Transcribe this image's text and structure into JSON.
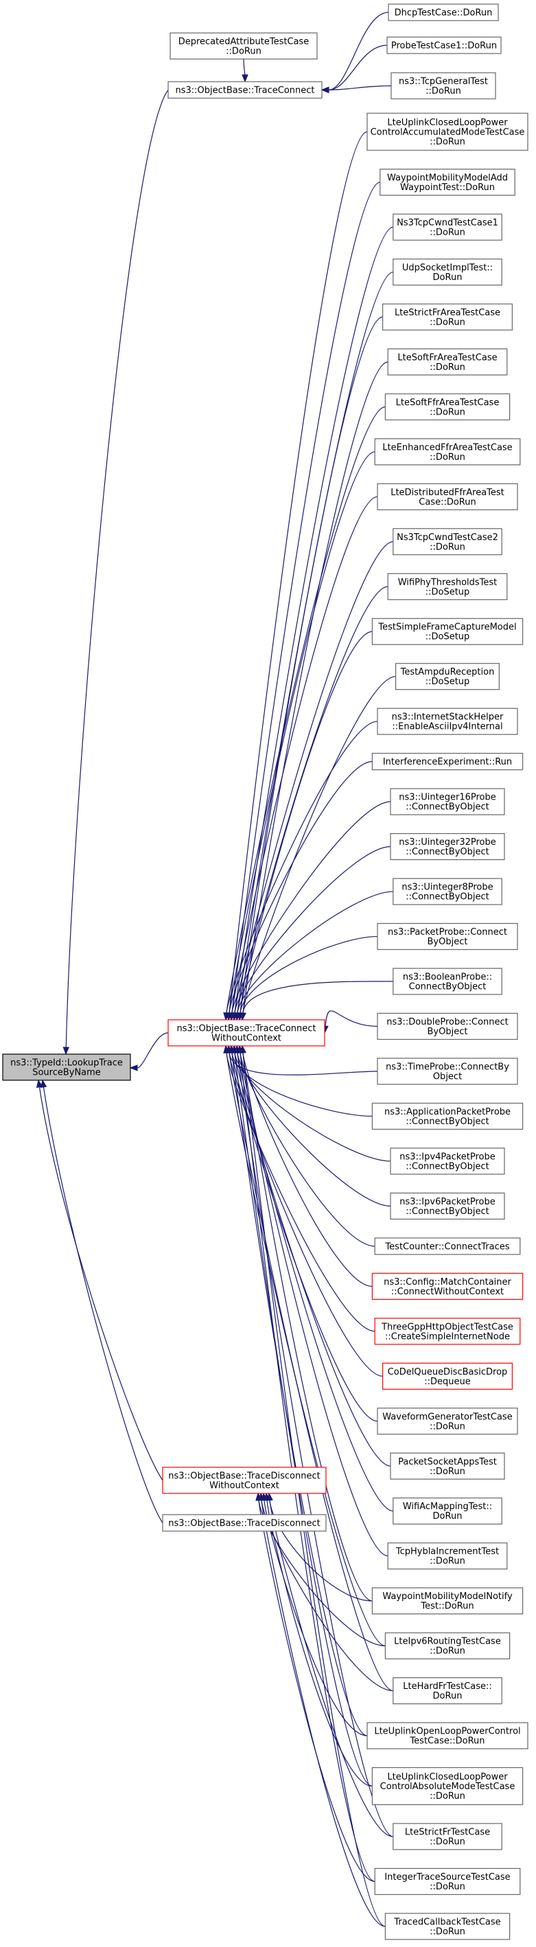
{
  "graph": {
    "root": {
      "id": "root",
      "lines": [
        "ns3::TypeId::LookupTrace",
        "SourceByName"
      ]
    },
    "callers_of_root": [
      {
        "id": "tc",
        "lines": [
          "ns3::ObjectBase::TraceConnect"
        ]
      },
      {
        "id": "tcw",
        "lines": [
          "ns3::ObjectBase::TraceConnect",
          "WithoutContext"
        ],
        "red": true
      },
      {
        "id": "tdw",
        "lines": [
          "ns3::ObjectBase::TraceDisconnect",
          "WithoutContext"
        ],
        "red": true
      },
      {
        "id": "td",
        "lines": [
          "ns3::ObjectBase::TraceDisconnect"
        ]
      }
    ],
    "other_nodes": [
      {
        "id": "dep",
        "lines": [
          "DeprecatedAttributeTestCase",
          "::DoRun"
        ]
      }
    ],
    "callers_of_trace_connect": [
      {
        "id": "c1",
        "lines": [
          "DhcpTestCase::DoRun"
        ]
      },
      {
        "id": "c2",
        "lines": [
          "ProbeTestCase1::DoRun"
        ]
      },
      {
        "id": "c3",
        "lines": [
          "ns3::TcpGeneralTest",
          "::DoRun"
        ]
      }
    ],
    "callers_of_trace_connect_without_context": [
      {
        "id": "w1",
        "lines": [
          "LteUplinkClosedLoopPower",
          "ControlAccumulatedModeTestCase",
          "::DoRun"
        ]
      },
      {
        "id": "w2",
        "lines": [
          "WaypointMobilityModelAdd",
          "WaypointTest::DoRun"
        ]
      },
      {
        "id": "w3",
        "lines": [
          "Ns3TcpCwndTestCase1",
          "::DoRun"
        ]
      },
      {
        "id": "w4",
        "lines": [
          "UdpSocketImplTest::",
          "DoRun"
        ]
      },
      {
        "id": "w5",
        "lines": [
          "LteStrictFrAreaTestCase",
          "::DoRun"
        ]
      },
      {
        "id": "w6",
        "lines": [
          "LteSoftFrAreaTestCase",
          "::DoRun"
        ]
      },
      {
        "id": "w7",
        "lines": [
          "LteSoftFfrAreaTestCase",
          "::DoRun"
        ]
      },
      {
        "id": "w8",
        "lines": [
          "LteEnhancedFfrAreaTestCase",
          "::DoRun"
        ]
      },
      {
        "id": "w9",
        "lines": [
          "LteDistributedFfrAreaTest",
          "Case::DoRun"
        ]
      },
      {
        "id": "w10",
        "lines": [
          "Ns3TcpCwndTestCase2",
          "::DoRun"
        ]
      },
      {
        "id": "w11",
        "lines": [
          "WifiPhyThresholdsTest",
          "::DoSetup"
        ]
      },
      {
        "id": "w12",
        "lines": [
          "TestSimpleFrameCaptureModel",
          "::DoSetup"
        ]
      },
      {
        "id": "w13",
        "lines": [
          "TestAmpduReception",
          "::DoSetup"
        ]
      },
      {
        "id": "w14",
        "lines": [
          "ns3::InternetStackHelper",
          "::EnableAsciiIpv4Internal"
        ]
      },
      {
        "id": "w15",
        "lines": [
          "InterferenceExperiment::Run"
        ]
      },
      {
        "id": "w16",
        "lines": [
          "ns3::Uinteger16Probe",
          "::ConnectByObject"
        ]
      },
      {
        "id": "w17",
        "lines": [
          "ns3::Uinteger32Probe",
          "::ConnectByObject"
        ]
      },
      {
        "id": "w18",
        "lines": [
          "ns3::Uinteger8Probe",
          "::ConnectByObject"
        ]
      },
      {
        "id": "w19",
        "lines": [
          "ns3::PacketProbe::Connect",
          "ByObject"
        ]
      },
      {
        "id": "w20",
        "lines": [
          "ns3::BooleanProbe::",
          "ConnectByObject"
        ]
      },
      {
        "id": "w21",
        "lines": [
          "ns3::DoubleProbe::Connect",
          "ByObject"
        ]
      },
      {
        "id": "w22",
        "lines": [
          "ns3::TimeProbe::ConnectBy",
          "Object"
        ]
      },
      {
        "id": "w23",
        "lines": [
          "ns3::ApplicationPacketProbe",
          "::ConnectByObject"
        ]
      },
      {
        "id": "w24",
        "lines": [
          "ns3::Ipv4PacketProbe",
          "::ConnectByObject"
        ]
      },
      {
        "id": "w25",
        "lines": [
          "ns3::Ipv6PacketProbe",
          "::ConnectByObject"
        ]
      },
      {
        "id": "w26",
        "lines": [
          "TestCounter::ConnectTraces"
        ]
      },
      {
        "id": "w27",
        "lines": [
          "ns3::Config::MatchContainer",
          "::ConnectWithoutContext"
        ],
        "red": true
      },
      {
        "id": "w28",
        "lines": [
          "ThreeGppHttpObjectTestCase",
          "::CreateSimpleInternetNode"
        ],
        "red": true
      },
      {
        "id": "w29",
        "lines": [
          "CoDelQueueDiscBasicDrop",
          "::Dequeue"
        ],
        "red": true
      },
      {
        "id": "w30",
        "lines": [
          "WaveformGeneratorTestCase",
          "::DoRun"
        ]
      },
      {
        "id": "w31",
        "lines": [
          "PacketSocketAppsTest",
          "::DoRun"
        ]
      },
      {
        "id": "w32",
        "lines": [
          "WifiAcMappingTest::",
          "DoRun"
        ]
      },
      {
        "id": "w33",
        "lines": [
          "TcpHyblaIncrementTest",
          "::DoRun"
        ]
      },
      {
        "id": "w34",
        "lines": [
          "WaypointMobilityModelNotify",
          "Test::DoRun"
        ]
      },
      {
        "id": "w35",
        "lines": [
          "LteIpv6RoutingTestCase",
          "::DoRun"
        ]
      },
      {
        "id": "w36",
        "lines": [
          "LteHardFrTestCase::",
          "DoRun"
        ]
      },
      {
        "id": "w37",
        "lines": [
          "LteUplinkOpenLoopPowerControl",
          "TestCase::DoRun"
        ]
      },
      {
        "id": "w38",
        "lines": [
          "LteUplinkClosedLoopPower",
          "ControlAbsoluteModeTestCase",
          "::DoRun"
        ]
      },
      {
        "id": "w39",
        "lines": [
          "LteStrictFrTestCase",
          "::DoRun"
        ]
      },
      {
        "id": "w40",
        "lines": [
          "IntegerTraceSourceTestCase",
          "::DoRun"
        ]
      },
      {
        "id": "w41",
        "lines": [
          "TracedCallbackTestCase",
          "::DoRun"
        ]
      }
    ],
    "edges": [
      {
        "from": "tc",
        "to": "root"
      },
      {
        "from": "tcw",
        "to": "root"
      },
      {
        "from": "tdw",
        "to": "root"
      },
      {
        "from": "td",
        "to": "root"
      },
      {
        "from": "dep",
        "to": "tc"
      },
      {
        "from": "c1",
        "to": "tc"
      },
      {
        "from": "c2",
        "to": "tc"
      },
      {
        "from": "c3",
        "to": "tc"
      },
      {
        "from": "w1",
        "to": "tcw"
      },
      {
        "from": "w2",
        "to": "tcw"
      },
      {
        "from": "w3",
        "to": "tcw"
      },
      {
        "from": "w4",
        "to": "tcw"
      },
      {
        "from": "w5",
        "to": "tcw"
      },
      {
        "from": "w6",
        "to": "tcw"
      },
      {
        "from": "w7",
        "to": "tcw"
      },
      {
        "from": "w8",
        "to": "tcw"
      },
      {
        "from": "w9",
        "to": "tcw"
      },
      {
        "from": "w10",
        "to": "tcw"
      },
      {
        "from": "w11",
        "to": "tcw"
      },
      {
        "from": "w12",
        "to": "tcw"
      },
      {
        "from": "w13",
        "to": "tcw"
      },
      {
        "from": "w14",
        "to": "tcw"
      },
      {
        "from": "w15",
        "to": "tcw"
      },
      {
        "from": "w16",
        "to": "tcw"
      },
      {
        "from": "w17",
        "to": "tcw"
      },
      {
        "from": "w18",
        "to": "tcw"
      },
      {
        "from": "w19",
        "to": "tcw"
      },
      {
        "from": "w20",
        "to": "tcw"
      },
      {
        "from": "w21",
        "to": "tcw"
      },
      {
        "from": "w22",
        "to": "tcw"
      },
      {
        "from": "w23",
        "to": "tcw"
      },
      {
        "from": "w24",
        "to": "tcw"
      },
      {
        "from": "w25",
        "to": "tcw"
      },
      {
        "from": "w26",
        "to": "tcw"
      },
      {
        "from": "w27",
        "to": "tcw"
      },
      {
        "from": "w28",
        "to": "tcw"
      },
      {
        "from": "w29",
        "to": "tcw"
      },
      {
        "from": "w30",
        "to": "tcw"
      },
      {
        "from": "w31",
        "to": "tcw"
      },
      {
        "from": "w32",
        "to": "tcw"
      },
      {
        "from": "w33",
        "to": "tcw"
      },
      {
        "from": "w34",
        "to": "tcw"
      },
      {
        "from": "w35",
        "to": "tcw"
      },
      {
        "from": "w36",
        "to": "tcw"
      },
      {
        "from": "w37",
        "to": "tcw"
      },
      {
        "from": "w38",
        "to": "tcw"
      },
      {
        "from": "w39",
        "to": "tcw"
      },
      {
        "from": "w40",
        "to": "tcw"
      },
      {
        "from": "w41",
        "to": "tcw"
      },
      {
        "from": "w34",
        "to": "tdw"
      },
      {
        "from": "w35",
        "to": "tdw"
      },
      {
        "from": "w36",
        "to": "tdw"
      },
      {
        "from": "w37",
        "to": "tdw"
      },
      {
        "from": "w38",
        "to": "tdw"
      },
      {
        "from": "w39",
        "to": "tdw"
      },
      {
        "from": "w40",
        "to": "tdw"
      },
      {
        "from": "w41",
        "to": "tdw"
      }
    ]
  }
}
